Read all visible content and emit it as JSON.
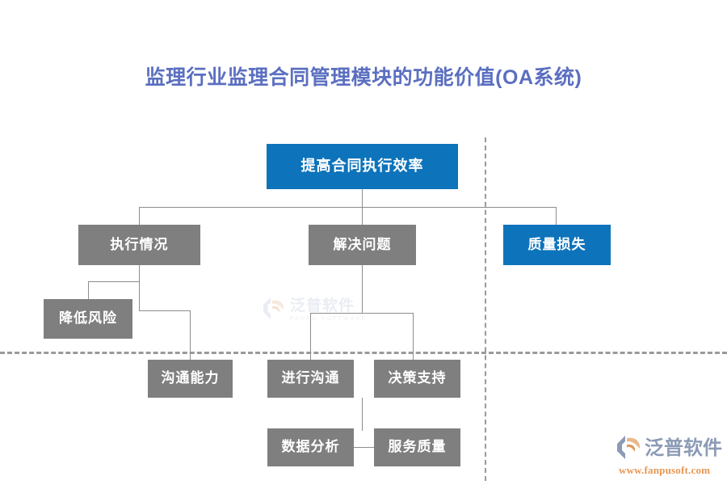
{
  "page": {
    "title": "监理行业监理合同管理模块的功能价值(OA系统)",
    "title_color": "#5b6fc0",
    "background": "#ffffff"
  },
  "palette": {
    "blue": "#0d73bb",
    "gray": "#7f7f7f",
    "connector": "#8d8d8d",
    "dashed": "#9a9a9a"
  },
  "diagram": {
    "type": "tree",
    "nodes": [
      {
        "id": "n1",
        "label": "提高合同执行效率",
        "color": "blue",
        "level": 0
      },
      {
        "id": "n2",
        "label": "执行情况",
        "color": "gray",
        "level": 1
      },
      {
        "id": "n3",
        "label": "解决问题",
        "color": "gray",
        "level": 1
      },
      {
        "id": "n4",
        "label": "质量损失",
        "color": "blue",
        "level": 1
      },
      {
        "id": "n5",
        "label": "降低风险",
        "color": "gray",
        "level": 2
      },
      {
        "id": "n6",
        "label": "沟通能力",
        "color": "gray",
        "level": 3
      },
      {
        "id": "n7",
        "label": "进行沟通",
        "color": "gray",
        "level": 3
      },
      {
        "id": "n8",
        "label": "决策支持",
        "color": "gray",
        "level": 3
      },
      {
        "id": "n9",
        "label": "数据分析",
        "color": "gray",
        "level": 4
      },
      {
        "id": "n10",
        "label": "服务质量",
        "color": "gray",
        "level": 4
      }
    ],
    "edges": [
      {
        "from": "n1",
        "to": "n2"
      },
      {
        "from": "n1",
        "to": "n3"
      },
      {
        "from": "n1",
        "to": "n4"
      },
      {
        "from": "n2",
        "to": "n5"
      },
      {
        "from": "n2",
        "to": "n6"
      },
      {
        "from": "n3",
        "to": "n7"
      },
      {
        "from": "n3",
        "to": "n8"
      },
      {
        "from": "n7",
        "to": "n9"
      },
      {
        "from": "n8",
        "to": "n10"
      }
    ]
  },
  "watermark": {
    "cn": "泛普软件",
    "en": "FANPU SOFTWARE"
  },
  "brand": {
    "cn": "泛普软件",
    "url": "www.fanpusoft.com"
  }
}
